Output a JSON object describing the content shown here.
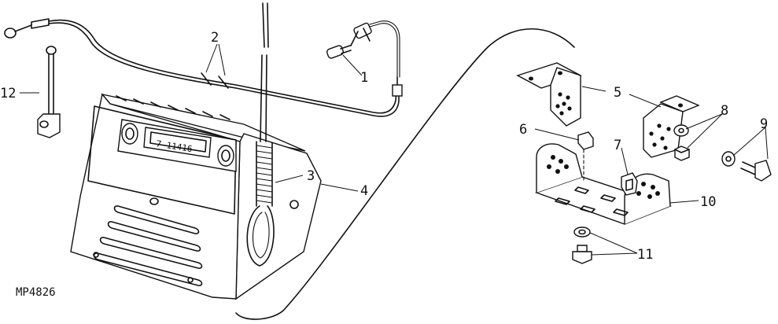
{
  "figure": {
    "code": "MP4826",
    "callouts": [
      "1",
      "2",
      "3",
      "4",
      "5",
      "6",
      "7",
      "8",
      "9",
      "10",
      "11",
      "12"
    ],
    "display_digits": "7 11416"
  }
}
